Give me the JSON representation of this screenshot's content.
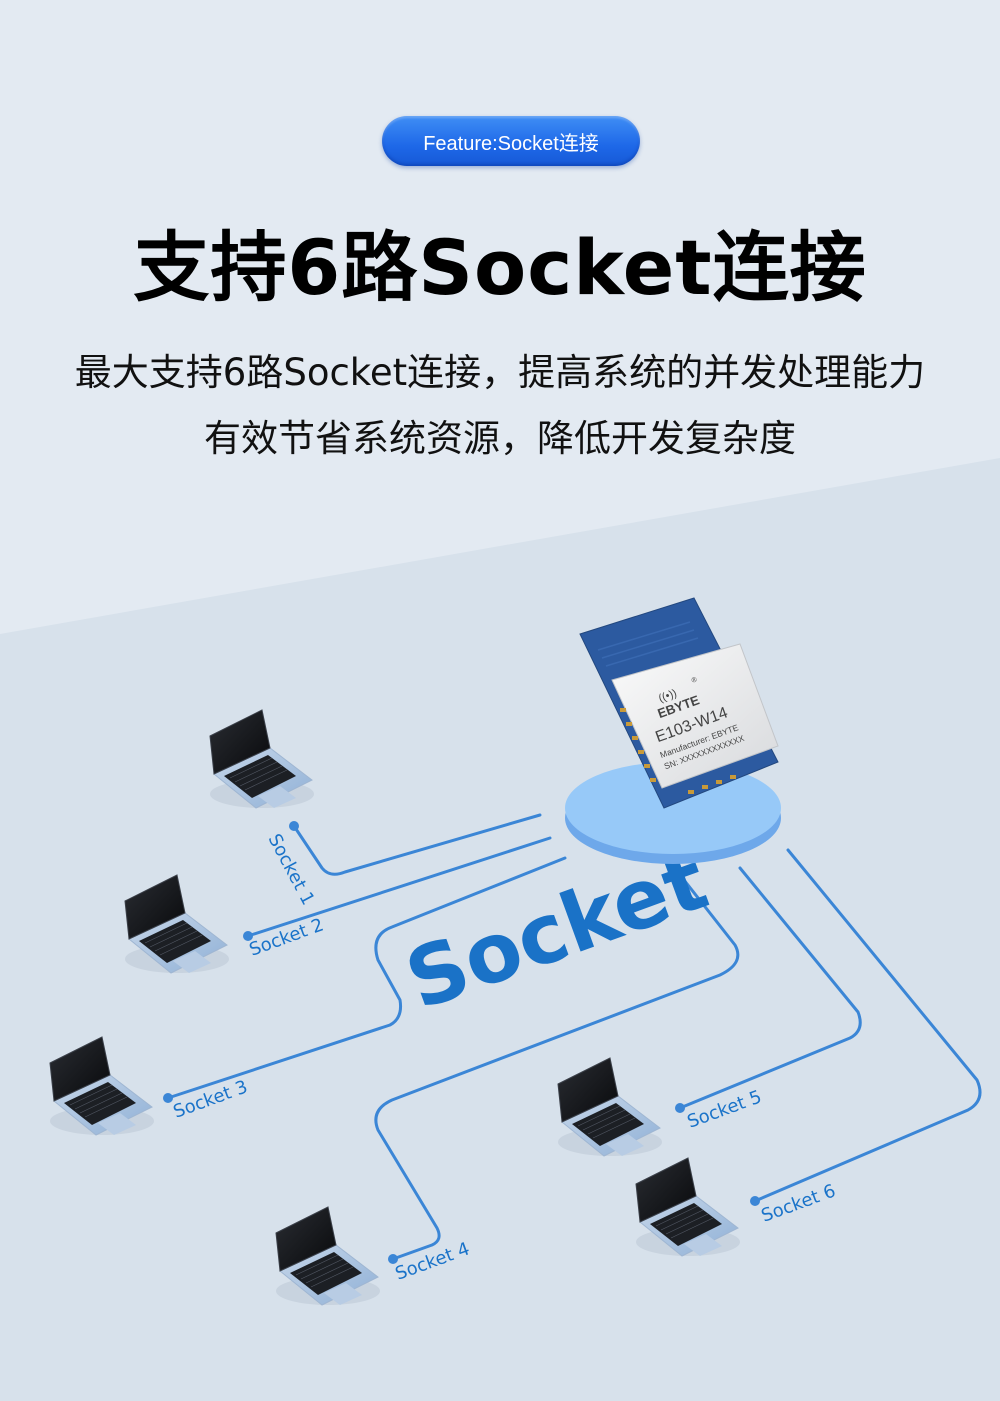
{
  "badge": {
    "label": "Feature:Socket连接"
  },
  "title": "支持6路Socket连接",
  "subtitle": {
    "line1": "最大支持6路Socket连接，提高系统的并发处理能力",
    "line2": "有效节省系统资源，降低开发复杂度"
  },
  "diagram": {
    "center_label": "Socket",
    "module": {
      "brand": "EBYTE",
      "model": "E103-W14",
      "manufacturer": "Manufacturer: EBYTE",
      "serial": "SN: XXXXXXXXXXXX",
      "registered_mark": "®"
    },
    "connections": [
      {
        "label": "Socket 1"
      },
      {
        "label": "Socket 2"
      },
      {
        "label": "Socket 3"
      },
      {
        "label": "Socket 4"
      },
      {
        "label": "Socket 5"
      },
      {
        "label": "Socket 6"
      }
    ]
  },
  "colors": {
    "background_top": "#e3eaf2",
    "background_bottom": "#d7e1eb",
    "accent_blue": "#1e68e8",
    "line_blue": "#3b86d6",
    "socket_text": "#1a72c7",
    "platform": "#8fc3f5",
    "chip_pcb": "#2c5aa0"
  }
}
